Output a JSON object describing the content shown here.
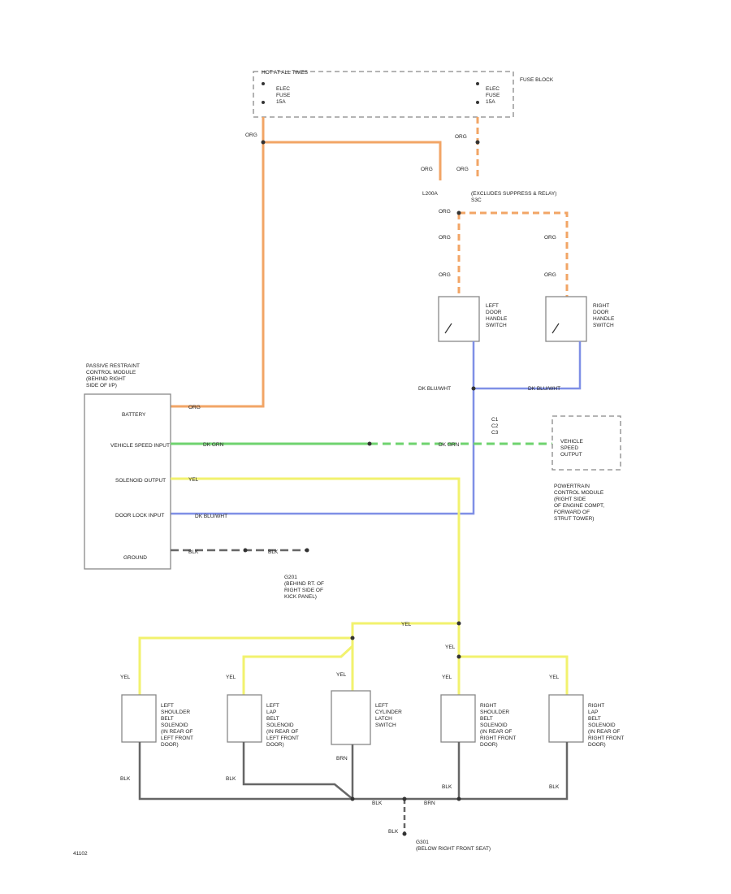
{
  "fuse_block": {
    "header": "HOT AT ALL TIMES",
    "label": "FUSE BLOCK",
    "left_fuse": [
      "ELEC",
      "FUSE",
      "15A"
    ],
    "right_fuse": [
      "ELEC",
      "FUSE",
      "15A"
    ]
  },
  "wires": {
    "org": "ORG",
    "grn": "DK GRN",
    "yel": "YEL",
    "blu": "DK BLU/WHT",
    "blk": "BLK",
    "brn": "BRN"
  },
  "splice": {
    "left": "L200A",
    "right": "S3C"
  },
  "harness": "(EXCLUDES SUPPRESS & RELAY)",
  "left_switch": [
    "LEFT",
    "DOOR",
    "HANDLE",
    "SWITCH"
  ],
  "right_switch": [
    "RIGHT",
    "DOOR",
    "HANDLE",
    "SWITCH"
  ],
  "module": {
    "title": [
      "PASSIVE RESTRAINT",
      "CONTROL MODULE",
      "(BEHIND RIGHT",
      "SIDE OF I/P)"
    ],
    "pins": [
      "BATTERY",
      "VEHICLE SPEED INPUT",
      "SOLENOID OUTPUT",
      "DOOR LOCK INPUT",
      "GROUND"
    ]
  },
  "vss": {
    "label": [
      "VEHICLE",
      "SPEED",
      "OUTPUT"
    ],
    "pins": [
      "C1",
      "C2",
      "C3"
    ],
    "location": [
      "POWERTRAIN",
      "CONTROL MODULE",
      "(RIGHT SIDE",
      "OF ENGINE COMPT,",
      "FORWARD OF",
      "STRUT TOWER)"
    ]
  },
  "ground_g201": [
    "G201",
    "(BEHIND RT. OF",
    "RIGHT SIDE OF",
    "KICK PANEL)"
  ],
  "ground_g301": [
    "G301",
    "(BELOW RIGHT FRONT SEAT)"
  ],
  "solenoids": [
    [
      "LEFT",
      "SHOULDER",
      "BELT",
      "SOLENOID",
      "(IN REAR OF",
      "LEFT FRONT",
      "DOOR)"
    ],
    [
      "LEFT",
      "LAP",
      "BELT",
      "SOLENOID",
      "(IN REAR OF",
      "LEFT FRONT",
      "DOOR)"
    ],
    [
      "LEFT",
      "CYLINDER",
      "LATCH",
      "SWITCH"
    ],
    [
      "RIGHT",
      "SHOULDER",
      "BELT",
      "SOLENOID",
      "(IN REAR OF",
      "RIGHT FRONT",
      "DOOR)"
    ],
    [
      "RIGHT",
      "LAP",
      "BELT",
      "SOLENOID",
      "(IN REAR OF",
      "RIGHT FRONT",
      "DOOR)"
    ]
  ],
  "page_code": "41102"
}
